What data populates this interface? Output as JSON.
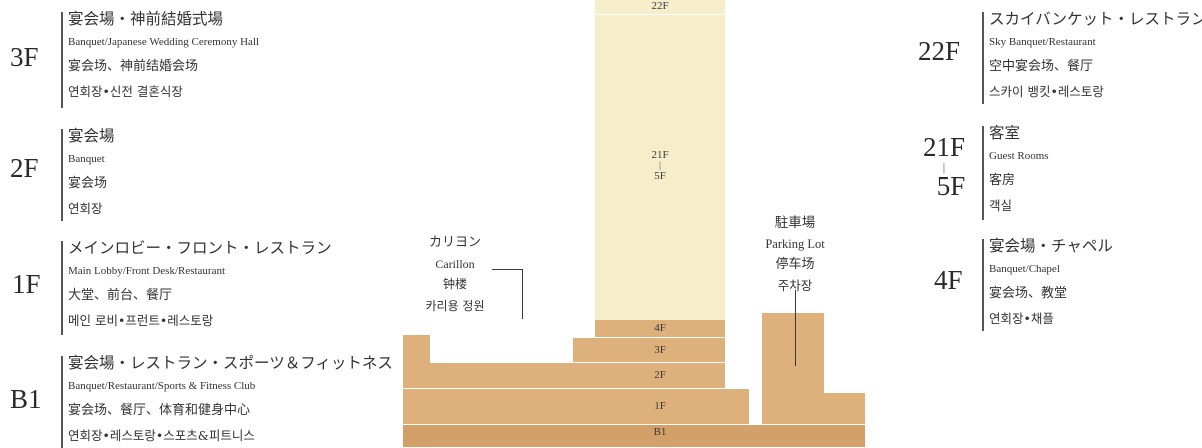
{
  "colors": {
    "tower": "#f6eecb",
    "podium": "#ddb07c",
    "podium_dark": "#d3a06a",
    "bar": "#555555"
  },
  "left": {
    "f3": {
      "floor": "3F",
      "jp": "宴会場・神前結婚式場",
      "en": "Banquet/Japanese Wedding Ceremony Hall",
      "cn": "宴会场、神前结婚会场",
      "kr": "연회장•신전 결혼식장"
    },
    "f2": {
      "floor": "2F",
      "jp": "宴会場",
      "en": "Banquet",
      "cn": "宴会场",
      "kr": "연회장"
    },
    "f1": {
      "floor": "1F",
      "jp": "メインロビー・フロント・レストラン",
      "en": "Main Lobby/Front Desk/Restaurant",
      "cn": "大堂、前台、餐厅",
      "kr": "메인 로비•프런트•레스토랑"
    },
    "b1": {
      "floor": "B1",
      "jp": "宴会場・レストラン・スポーツ＆フィットネス",
      "en": "Banquet/Restaurant/Sports & Fitness Club",
      "cn": "宴会场、餐厅、体育和健身中心",
      "kr": "연회장•레스토랑•스포츠&피트니스"
    }
  },
  "right": {
    "f22": {
      "floor": "22F",
      "jp": "スカイバンケット・レストラン",
      "en": "Sky Banquet/Restaurant",
      "cn": "空中宴会场、餐厅",
      "kr": "스카이 뱅킷•레스토랑"
    },
    "f21": {
      "floor_top": "21F",
      "floor_tick": "|",
      "floor_bottom": "5F",
      "jp": "客室",
      "en": "Guest Rooms",
      "cn": "客房",
      "kr": "객실"
    },
    "f4": {
      "floor": "4F",
      "jp": "宴会場・チャペル",
      "en": "Banquet/Chapel",
      "cn": "宴会场、教堂",
      "kr": "연회장•채플"
    }
  },
  "building": {
    "top_label": "22F",
    "mid_top": "21F",
    "mid_tick": "|",
    "mid_bottom": "5F",
    "floors": [
      "4F",
      "3F",
      "2F",
      "1F",
      "B1"
    ]
  },
  "carillon": {
    "jp": "カリヨン",
    "en": "Carillon",
    "cn": "钟楼",
    "kr": "카리용 정원"
  },
  "parking": {
    "jp": "駐車場",
    "en": "Parking Lot",
    "cn": "停车场",
    "kr": "주차장"
  }
}
